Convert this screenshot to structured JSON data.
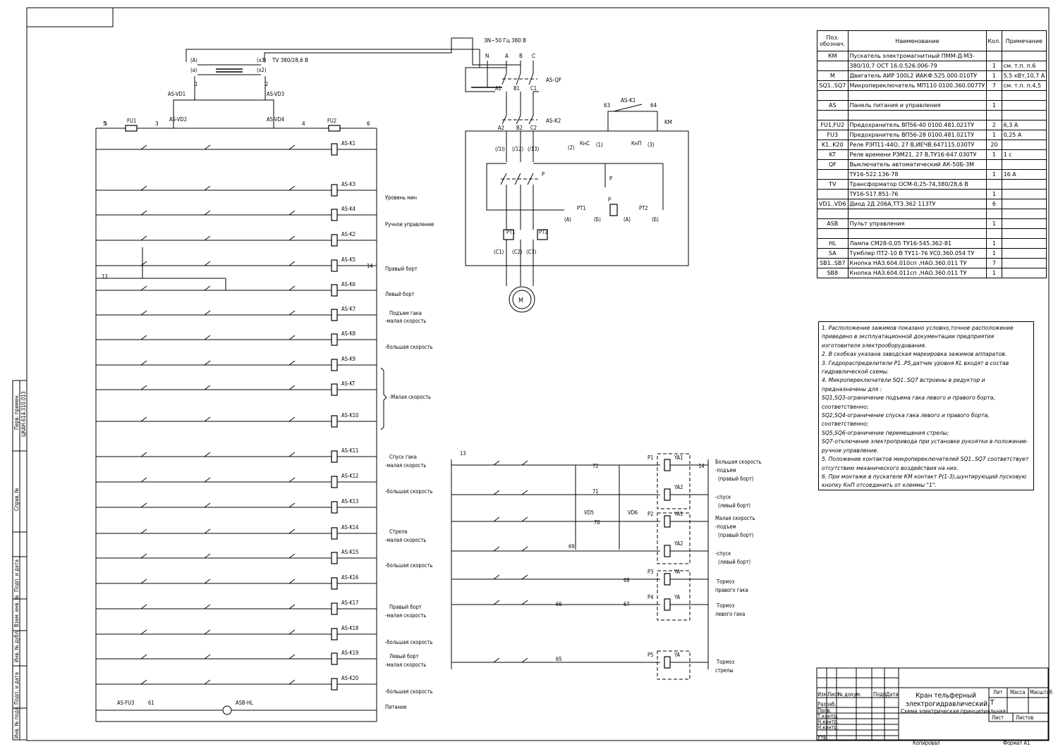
{
  "sheet": {
    "title_line1": "Кран тельферный",
    "title_line2": "электрогидравлический.",
    "title_line3": "Схема электрическая принципиальная",
    "letter": "Т",
    "lit_label": "Лит",
    "mass_label": "Масса",
    "scale_label": "Масштаб",
    "list_label": "Лист",
    "lists_label": "Листов",
    "copied": "Копировал",
    "format": "Формат   А1",
    "stamp_rows": [
      "Изм.",
      "Лист",
      "№ докум.",
      "Подп.",
      "Дата"
    ],
    "stamp_roles": [
      "Разраб.",
      "Пров.",
      "Т.контр.",
      "Н.контр.",
      "Н.контр.",
      "Утв."
    ],
    "side_doc": "ЦКАН.614.310.013",
    "side_labels": [
      "Перв. примен.",
      "Справ. №",
      "Подп. и дата",
      "Взам. инв. №",
      "Инв. № дубл.",
      "Подп. и дата",
      "Инв. № подл."
    ]
  },
  "supply": {
    "mains": "3N~50 Гц 380 В",
    "phases": [
      "N",
      "A",
      "B",
      "C"
    ],
    "qf": "AS-QF",
    "k2": "AS-K2",
    "transformer": "TV 380/28,6 B",
    "km_label": "KM",
    "motor": "М"
  },
  "parts_table": {
    "header": [
      "Поз. обознач.",
      "Наименование",
      "Кол.",
      "Примечание"
    ],
    "rows": [
      [
        "КМ",
        "Пускатель электромагнитный ПММ-Д-МЗ-",
        "",
        ""
      ],
      [
        "",
        "380/10,7 ОСТ 16.0.526.006-79",
        "1",
        "см. т.п. п.6"
      ],
      [
        "М",
        "Двигатель АИР 100L2 ИАКФ.525.000.010ТУ",
        "1",
        "5,5 кВт,10,7 А"
      ],
      [
        "SQ1..SQ7",
        "Микропереключатель МП110 0100.360.007ТУ",
        "7",
        "см. т.п. п.4,5"
      ],
      [
        "",
        "",
        "",
        ""
      ],
      [
        "AS",
        "Панель питания и управления",
        "1",
        ""
      ],
      [
        "",
        "",
        "",
        ""
      ],
      [
        "FU1,FU2",
        "Предохранитель ВП56-40 0100.481.021ТУ",
        "2",
        "6,3 А"
      ],
      [
        "FU3",
        "Предохранитель ВП56-28 0100.481.021ТУ",
        "1",
        "0,25 А"
      ],
      [
        "K1..K20",
        "Реле РЭП11-44О, 27 В,ИЕЧВ.647115.030ТУ",
        "20",
        ""
      ],
      [
        "KT",
        "Реле времени РЭМ21, 27 В,ТУ16-647.030ТУ",
        "1",
        "1 с"
      ],
      [
        "QF",
        "Выключатель автоматический АК-50Б-3М",
        "",
        ""
      ],
      [
        "",
        "ТУ16-522.136-78",
        "1",
        "16 А"
      ],
      [
        "TV",
        "Трансформатор ОСМ-0,25-74,380/28,6 В",
        "",
        ""
      ],
      [
        "",
        "ТУ16-517.851-76",
        "1",
        ""
      ],
      [
        "VD1..VD6",
        "Диод 2Д 206А,ТТЗ.362 113ТУ",
        "6",
        ""
      ],
      [
        "",
        "",
        "",
        ""
      ],
      [
        "ASB",
        "Пульт управления",
        "1",
        ""
      ],
      [
        "",
        "",
        "",
        ""
      ],
      [
        "HL",
        "Лампа СМ28-0,05 ТУ16-545.362-81",
        "1",
        ""
      ],
      [
        "SA",
        "Тумблер ПТ2-10 В ТУ11-76 УС0.360.054 ТУ",
        "1",
        ""
      ],
      [
        "SB1..SB7",
        "Кнопка НАЗ.604.010сп ,НАО.360.011 ТУ",
        "7",
        ""
      ],
      [
        "SB8",
        "Кнопка НАЗ.604.011сп ,НАО.360.011 ТУ",
        "1",
        ""
      ]
    ]
  },
  "notes": [
    "1. Расположение зажимов показано условно,точное расположение приведено в эксплуатационной документации предприятия изготовителя электрооборудования.",
    "2. В скобках указана заводская маркировка зажимов аппаратов.",
    "3. Гидрораспределители Р1..Р5,датчик уровня KL входят в состав гидравлической схемы.",
    "4. Микропереключатели SQ1..SQ7 встроены в редуктор и предназначены для :",
    "   SQ1,SQ3-ограничение подъема гака левого и правого борта, соответственно;",
    "   SQ2,SQ4-ограничение спуска гака левого и правого борта, соответственно;",
    "   SQ5,SQ6-ограничение перемещения стрелы;",
    "   SQ7-отключение электропривода при установке рукоятки в положение-ручное управление.",
    "5. Положение контактов микропереключателей SQ1..SQ7 соответствует отсутствию механического воздействия на них.",
    "6. При монтаже в пускателе КМ контакт Р(1-3),шунтирующий пусковую кнопку КнП отсоединить от клеммы \"1\"."
  ],
  "labels": {
    "level_min": "Уровень мин",
    "manual": "Ручное управление",
    "right_side": "Правый борт",
    "left_side": "Левый борт",
    "hook_up": "Подъем гака",
    "low_speed": "-малая скорость",
    "high_speed": "-большая скорость",
    "low_speed2": "-Малая скорость",
    "hook_down": "Спуск гака",
    "boom": "Стрела",
    "power": "Питание",
    "p1_1": "Большая скорость",
    "p1_2": "-подъем",
    "p1_3": "(правый борт)",
    "p1_4": "-спуск",
    "p1_5": "(левый борт)",
    "p2_1": "Малая скорость",
    "brake_right": "Тормоз",
    "brake_right2": "правого гака",
    "brake_left2": "левого гака",
    "brake_boom2": "стрелы"
  }
}
